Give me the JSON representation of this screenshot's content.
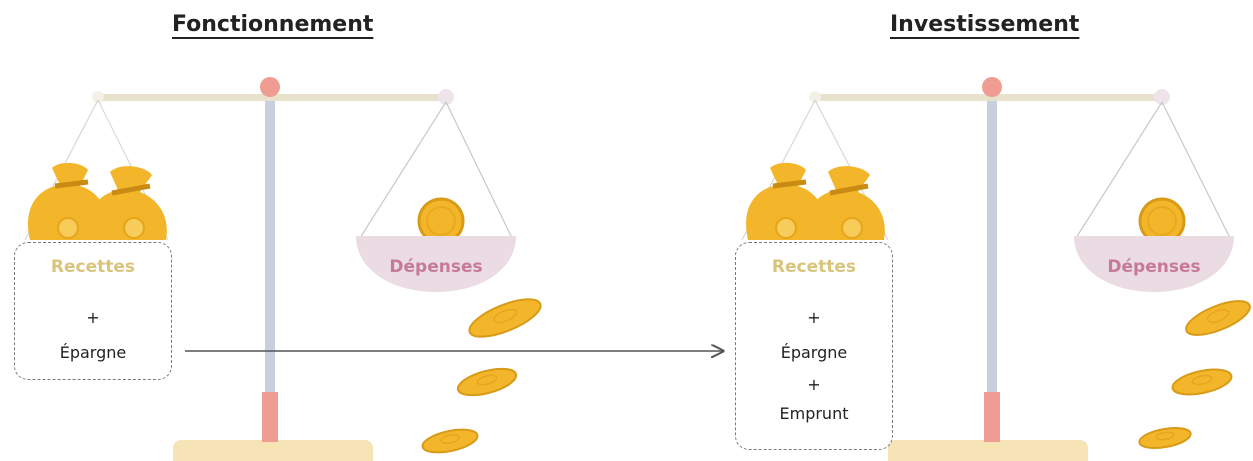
{
  "colors": {
    "beam": "#e8e2cc",
    "post": "#c9cfdc",
    "knob": "#ef9d93",
    "sleeve": "#ef9d93",
    "gold": "#f3b62b",
    "gold_dark": "#c98b12",
    "pan_pink": "#eadce2",
    "recettes_text": "#d9c47c",
    "depenses_text": "#c77a98",
    "base": "#f6e3b6"
  },
  "scales": [
    {
      "title": "Fonctionnement",
      "left_pan_label": "Recettes",
      "right_pan_label": "Dépenses",
      "box_lines": [
        "+",
        "Épargne"
      ]
    },
    {
      "title": "Investissement",
      "left_pan_label": "Recettes",
      "right_pan_label": "Dépenses",
      "box_lines": [
        "+",
        "Épargne",
        "+",
        "Emprunt"
      ]
    }
  ],
  "icons": [
    "money-bag-icon",
    "euro-coin-icon"
  ]
}
